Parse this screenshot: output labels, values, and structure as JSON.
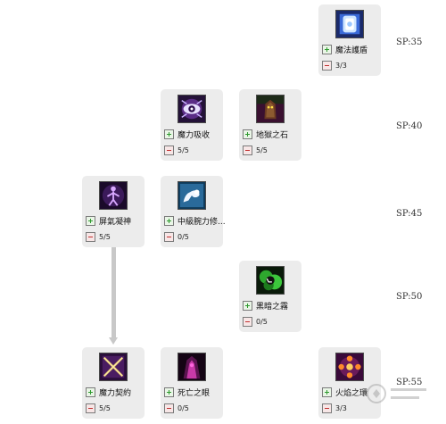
{
  "sp_levels": [
    "SP:35",
    "SP:40",
    "SP:45",
    "SP:50",
    "SP:55"
  ],
  "skills": [
    {
      "name": "魔法護盾",
      "count": "3/3",
      "icon": "shield-icon"
    },
    {
      "name": "魔力吸收",
      "count": "5/5",
      "icon": "eye-orb-icon"
    },
    {
      "name": "地獄之石",
      "count": "5/5",
      "icon": "demon-stone-icon"
    },
    {
      "name": "屏氣凝神",
      "count": "5/5",
      "icon": "meditation-figure-icon"
    },
    {
      "name": "中級腕力修...",
      "count": "0/5",
      "icon": "muscle-arm-icon"
    },
    {
      "name": "黑暗之霧",
      "count": "0/5",
      "icon": "dark-fog-icon"
    },
    {
      "name": "魔力契約",
      "count": "5/5",
      "icon": "crossed-swords-icon"
    },
    {
      "name": "死亡之眼",
      "count": "0/5",
      "icon": "death-eye-icon"
    },
    {
      "name": "火焰之環",
      "count": "3/3",
      "icon": "fire-ring-icon"
    }
  ],
  "colors": {
    "card_bg": "#ececec",
    "plus": "#2e9a2e",
    "minus": "#c23030",
    "connector": "#c8c8c8"
  }
}
